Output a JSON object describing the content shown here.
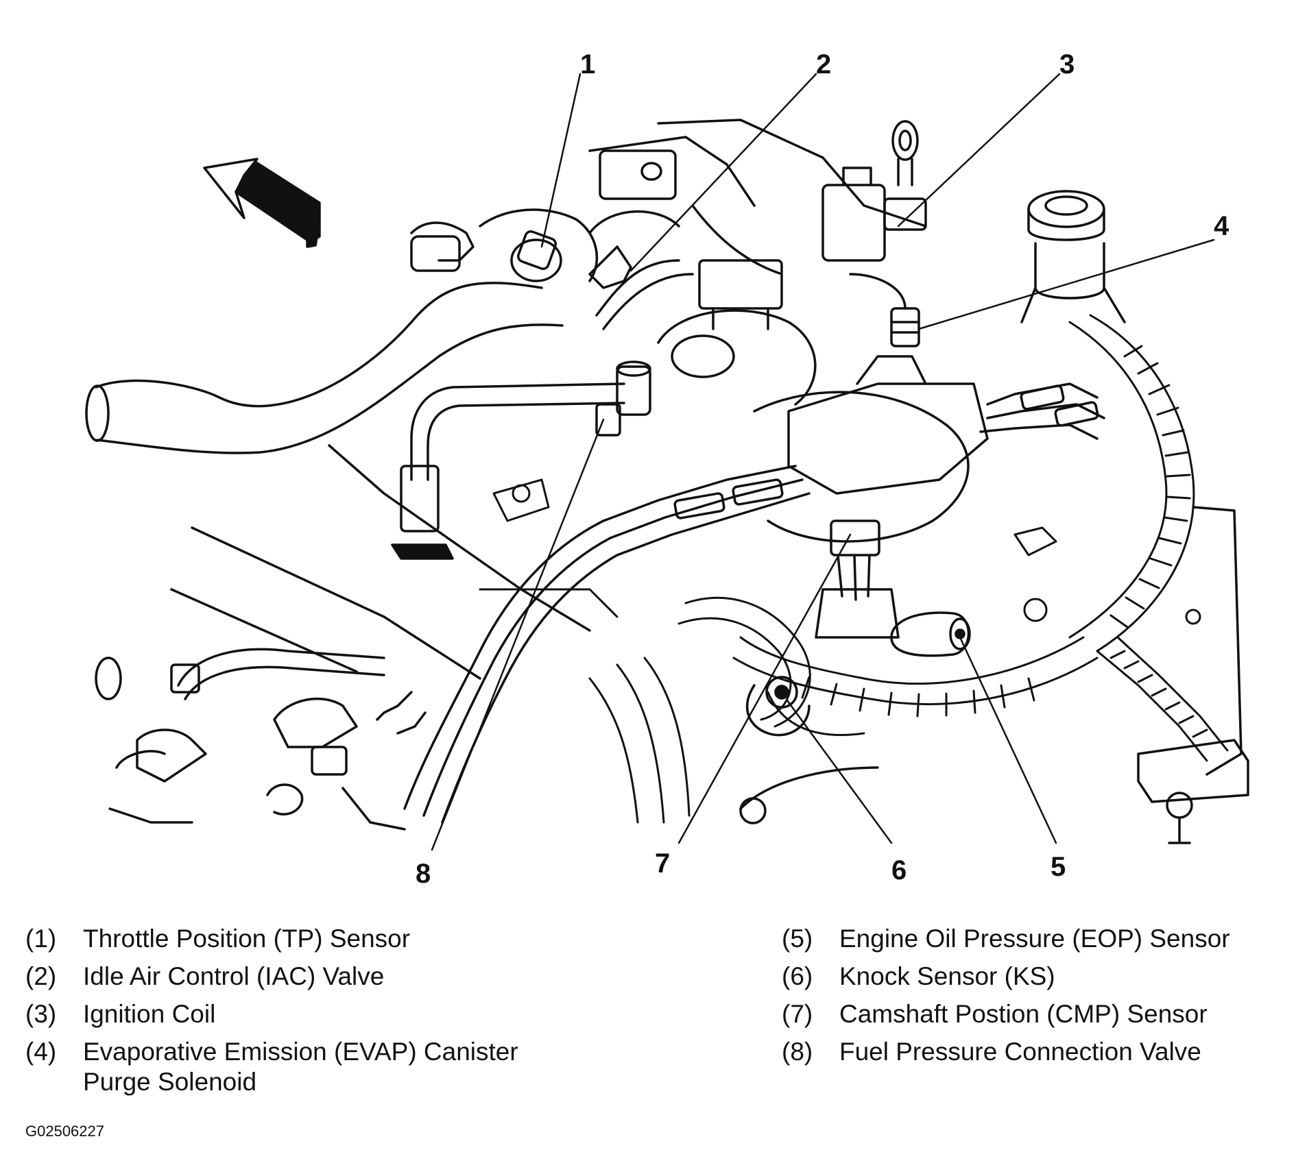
{
  "diagram": {
    "callouts": [
      {
        "number": "1"
      },
      {
        "number": "2"
      },
      {
        "number": "3"
      },
      {
        "number": "4"
      },
      {
        "number": "5"
      },
      {
        "number": "6"
      },
      {
        "number": "7"
      },
      {
        "number": "8"
      }
    ],
    "legend_left": [
      {
        "key": "(1)",
        "text": "Throttle Position (TP) Sensor"
      },
      {
        "key": "(2)",
        "text": "Idle Air Control (IAC) Valve"
      },
      {
        "key": "(3)",
        "text": "Ignition Coil"
      },
      {
        "key": "(4)",
        "text": "Evaporative Emission (EVAP) Canister\nPurge Solenoid"
      }
    ],
    "legend_right": [
      {
        "key": "(5)",
        "text": "Engine Oil Pressure (EOP) Sensor"
      },
      {
        "key": "(6)",
        "text": "Knock Sensor (KS)"
      },
      {
        "key": "(7)",
        "text": "Camshaft Postion (CMP) Sensor"
      },
      {
        "key": "(8)",
        "text": "Fuel Pressure Connection Valve"
      }
    ],
    "figure_code": "G02506227",
    "line_color": "#111111"
  }
}
